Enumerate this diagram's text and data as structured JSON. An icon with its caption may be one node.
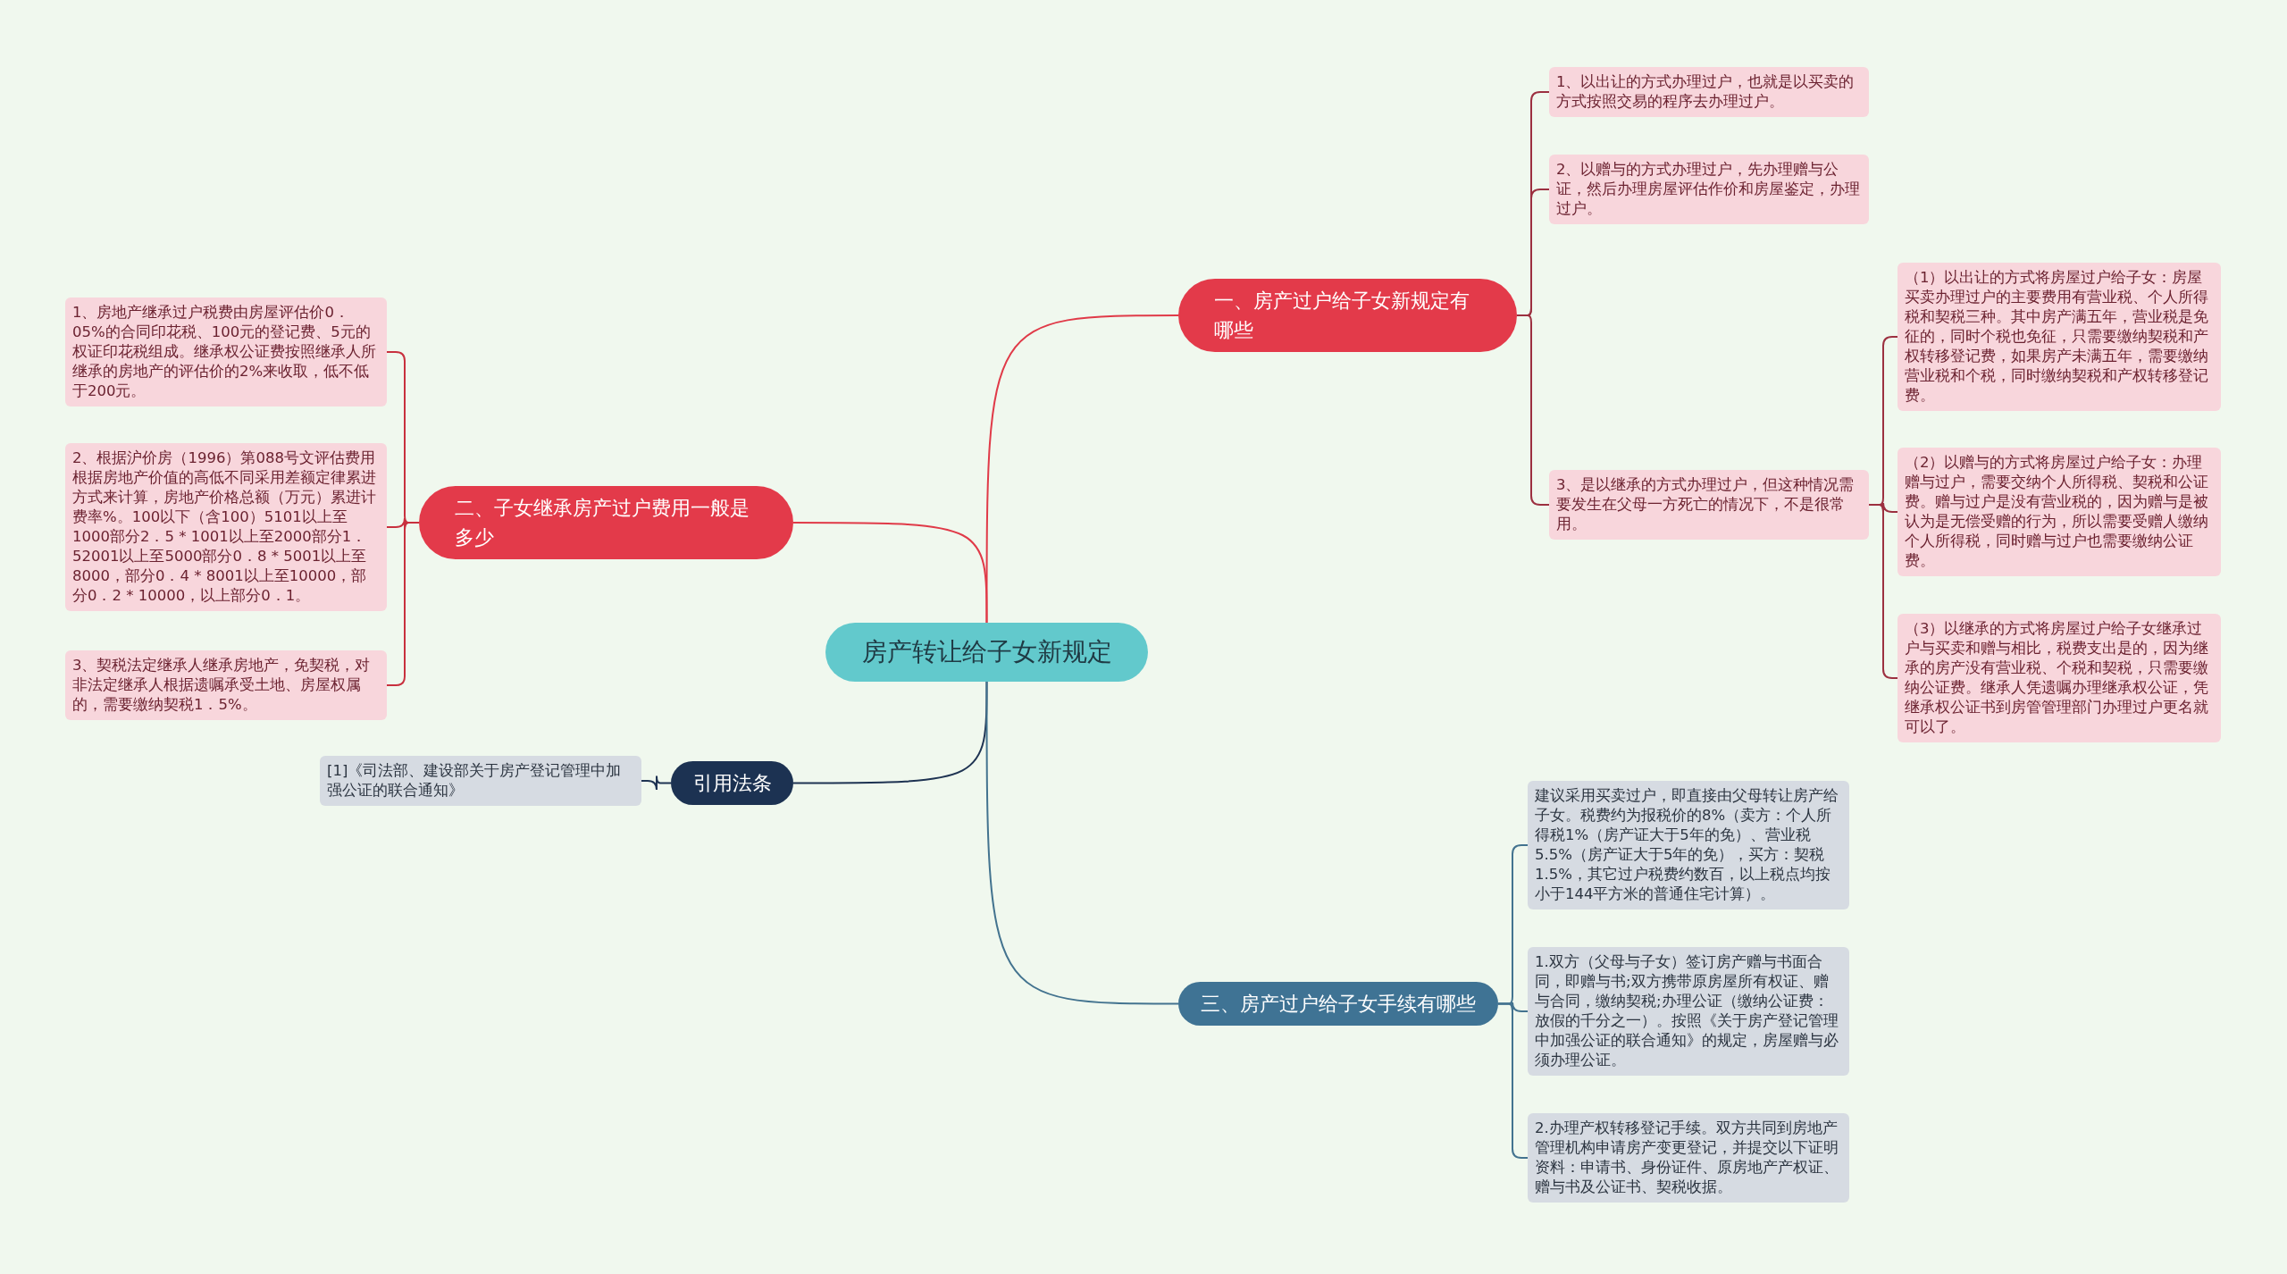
{
  "diagram": {
    "nodes": [
      {
        "text": [
          "房产转让给子女新规定"
        ]
      },
      {
        "text": [
          "一、房产过户给子女新规定有哪些"
        ]
      },
      {
        "text": [
          "1、以出让的方式办理过户，也就是以买卖的方式按照交易的程序去办理过户。"
        ]
      },
      {
        "text": [
          "2、以赠与的方式办理过户，先办理赠与公证，然后办理房屋评估作价和房屋鉴定，办理过户。"
        ]
      },
      {
        "text": [
          "3、是以继承的方式办理过户，但这种情况需要发生在父母一方死亡的情况下，不是很常用。"
        ]
      },
      {
        "text": [
          "（1）以出让的方式将房屋过户给子女：房屋买卖办理过户的主要费用有营业税、个人所得税和契税三种。其中房产满五年，营业税是免征的，同时个税也免征，只需要缴纳契税和产权转移登记费，如果房产未满五年，需要缴纳营业税和个税，同时缴纳契税和产权转移登记费。"
        ]
      },
      {
        "text": [
          "（2）以赠与的方式将房屋过户给子女：办理赠与过户，需要交纳个人所得税、契税和公证费。赠与过户是没有营业税的，因为赠与是被认为是无偿受赠的行为，所以需要受赠人缴纳个人所得税，同时赠与过户也需要缴纳公证费。"
        ]
      },
      {
        "text": [
          "（3）以继承的方式将房屋过户给子女继承过户与买卖和赠与相比，税费支出是的，因为继承的房产没有营业税、个税和契税，只需要缴纳公证费。继承人凭遗嘱办理继承权公证，凭继承权公证书到房管管理部门办理过户更名就可以了。"
        ]
      },
      {
        "text": [
          "二、子女继承房产过户费用一般是多少"
        ]
      },
      {
        "text": [
          "1、房地产继承过户税费由房屋评估价0．05%的合同印花税、100元的登记费、5元的权证印花税组成。继承权公证费按照继承人所继承的房地产的评估价的2%来收取，低不低于200元。"
        ]
      },
      {
        "text": [
          "2、根据沪价房（1996）第088号文评估费用根据房地产价值的高低不同采用差额定律累进方式来计算，房地产价格总额（万元）累进计费率%。100以下（含100）5101以上至1000部分2．5 * 1001以上至2000部分1．52001以上至5000部分0．8 * 5001以上至8000，部分0．4 * 8001以上至10000，部分0．2 * 10000，以上部分0．1。"
        ]
      },
      {
        "text": [
          "3、契税法定继承人继承房地产，免契税，对非法定继承人根据遗嘱承受土地、房屋权属的，需要缴纳契税1．5%。"
        ]
      },
      {
        "text": [
          "引用法条"
        ]
      },
      {
        "text": [
          "[1]《司法部、建设部关于房产登记管理中加强公证的联合通知》"
        ]
      },
      {
        "text": [
          "三、房产过户给子女手续有哪些"
        ]
      },
      {
        "text": [
          "建议采用买卖过户，即直接由父母转让房产给子女。税费约为报税价的8%（卖方：个人所得税1%（房产证大于5年的免）、营业税5.5%（房产证大于5年的免），买方：契税1.5%，其它过户税费约数百，以上税点均按小于144平方米的普通住宅计算）。"
        ]
      },
      {
        "text": [
          "1.双方（父母与子女）签订房产赠与书面合同，即赠与书;双方携带原房屋所有权证、赠与合同，缴纳契税;办理公证（缴纳公证费：放假的千分之一）。按照《关于房产登记管理中加强公证的联合通知》的规定，房屋赠与必须办理公证。"
        ]
      },
      {
        "text": [
          "2.办理产权转移登记手续。双方共同到房地产管理机构申请房产变更登记，并提交以下证明资料：申请书、身份证件、原房地产产权证、赠与书及公证书、契税收据。"
        ]
      }
    ],
    "edges": [
      {
        "from": 0,
        "to": 1,
        "arrow": "none",
        "color": "#e03a48"
      },
      {
        "from": 1,
        "to": 2,
        "arrow": "none",
        "color": "#9c3040"
      },
      {
        "from": 1,
        "to": 3,
        "arrow": "none",
        "color": "#9c3040"
      },
      {
        "from": 1,
        "to": 4,
        "arrow": "none",
        "color": "#9c3040"
      },
      {
        "from": 4,
        "to": 5,
        "arrow": "none",
        "color": "#9c3040"
      },
      {
        "from": 4,
        "to": 6,
        "arrow": "none",
        "color": "#9c3040"
      },
      {
        "from": 4,
        "to": 7,
        "arrow": "none",
        "color": "#9c3040"
      },
      {
        "from": 0,
        "to": 8,
        "arrow": "none",
        "color": "#e03a48"
      },
      {
        "from": 8,
        "to": 9,
        "arrow": "none",
        "color": "#c8303e"
      },
      {
        "from": 8,
        "to": 10,
        "arrow": "none",
        "color": "#c8303e"
      },
      {
        "from": 8,
        "to": 11,
        "arrow": "none",
        "color": "#c8303e"
      },
      {
        "from": 0,
        "to": 12,
        "arrow": "none",
        "color": "#1e3352"
      },
      {
        "from": 12,
        "to": 13,
        "arrow": "none",
        "color": "#1e3352"
      },
      {
        "from": 0,
        "to": 14,
        "arrow": "none",
        "color": "#43738f"
      },
      {
        "from": 14,
        "to": 15,
        "arrow": "none",
        "color": "#43738f"
      },
      {
        "from": 14,
        "to": 16,
        "arrow": "none",
        "color": "#43738f"
      },
      {
        "from": 14,
        "to": 17,
        "arrow": "none",
        "color": "#43738f"
      }
    ]
  }
}
